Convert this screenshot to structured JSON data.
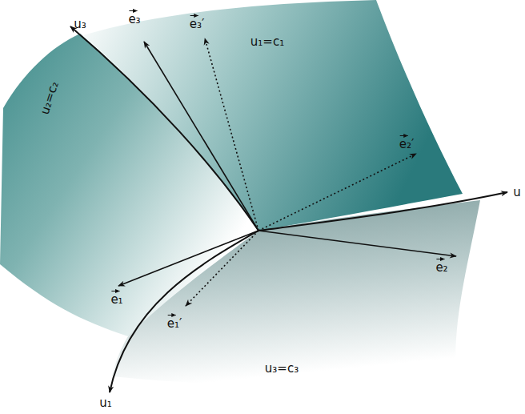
{
  "diagram": {
    "labels": [
      "u₃",
      "e₃",
      "e₃′",
      "u₁=c₁",
      "u₂=c₂",
      "e₂′",
      "u",
      "e₂",
      "e₁",
      "e₁′",
      "u₃=c₃",
      "u₁"
    ]
  }
}
